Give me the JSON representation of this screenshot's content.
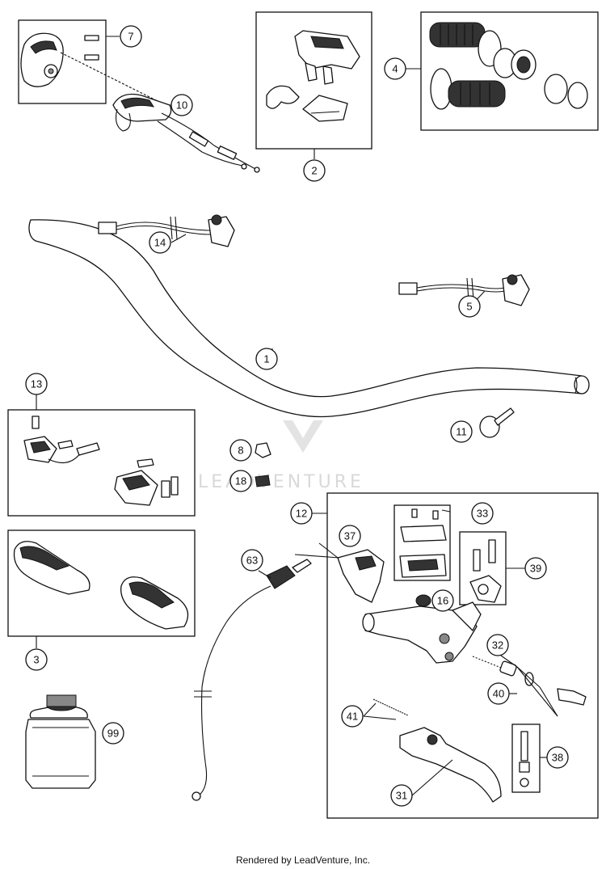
{
  "callouts": {
    "c1": "1",
    "c2": "2",
    "c3": "3",
    "c4": "4",
    "c5": "5",
    "c7": "7",
    "c8": "8",
    "c10": "10",
    "c11": "11",
    "c12": "12",
    "c13": "13",
    "c14": "14",
    "c16": "16",
    "c18": "18",
    "c31": "31",
    "c32": "32",
    "c33": "33",
    "c37": "37",
    "c38": "38",
    "c39": "39",
    "c40": "40",
    "c41": "41",
    "c63": "63",
    "c99": "99"
  },
  "watermark": "LEADVENTURE",
  "footer": "Rendered by LeadVenture, Inc."
}
